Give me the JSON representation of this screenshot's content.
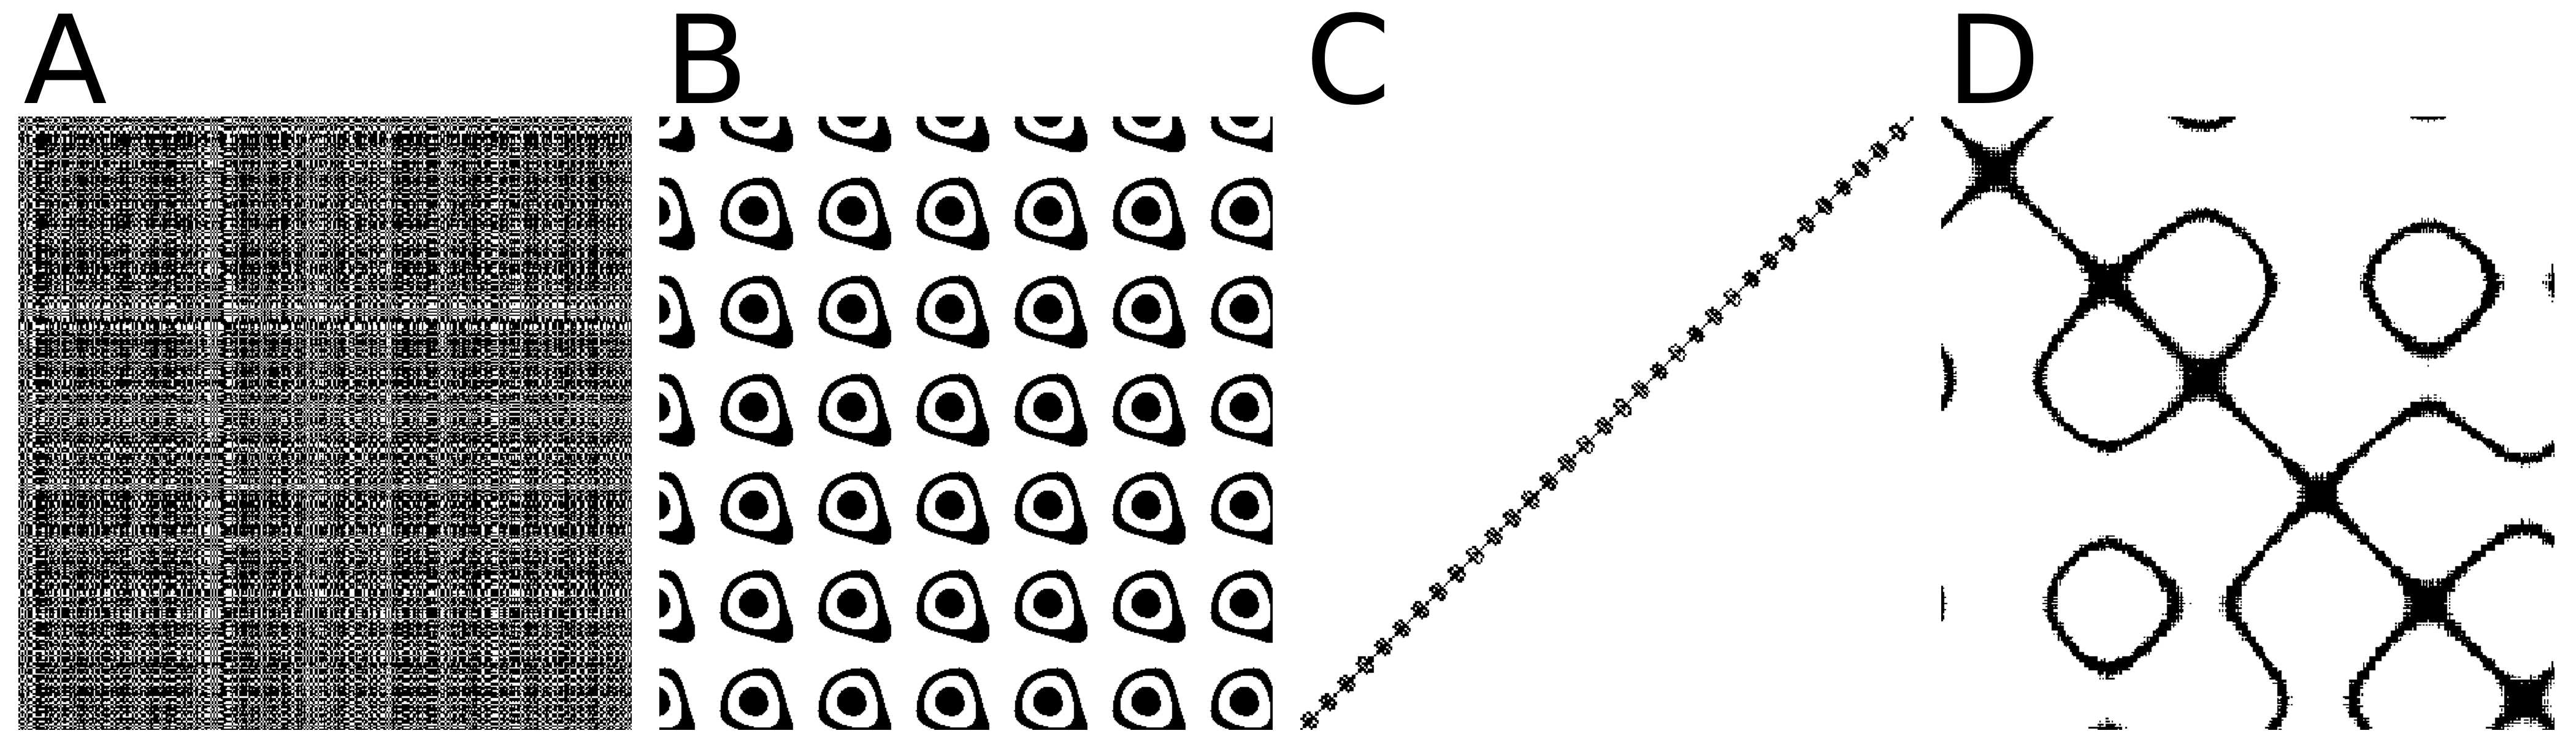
{
  "panels": [
    {
      "label": "A"
    },
    {
      "label": "B"
    },
    {
      "label": "C"
    },
    {
      "label": "D"
    }
  ],
  "colors": {
    "foreground": "#000000",
    "background": "#ffffff"
  }
}
